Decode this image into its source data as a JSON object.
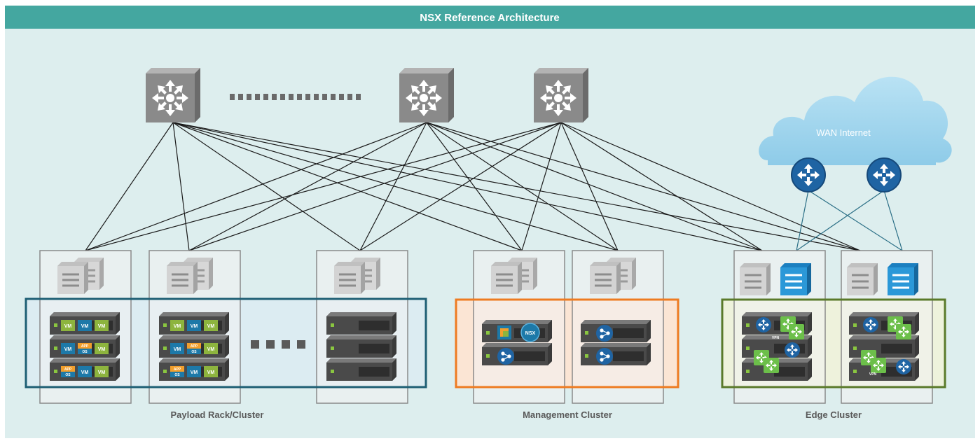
{
  "title": "NSX Reference Architecture",
  "cloud_label": "WAN Internet",
  "clusters": {
    "payload": "Payload Rack/Cluster",
    "management": "Management Cluster",
    "edge": "Edge Cluster"
  },
  "server_labels": {
    "vm": "VM",
    "app": "APP",
    "os": "OS",
    "nsx": "NSX",
    "vpn": "VPN"
  },
  "colors": {
    "header": "#44a7a0",
    "background": "#ddeeee",
    "payload_border": "#1e5f74",
    "payload_fill": "#dcecf2",
    "management_border": "#ee7b21",
    "management_fill": "#fbe5d4",
    "edge_border": "#5a7a2a",
    "edge_fill": "#eef2dc",
    "vm_green": "#8db43e",
    "vm_blue": "#1d79a8",
    "app_orange": "#f29f2c",
    "router_blue": "#1f64a3",
    "cloud": "#a8d8ef"
  }
}
